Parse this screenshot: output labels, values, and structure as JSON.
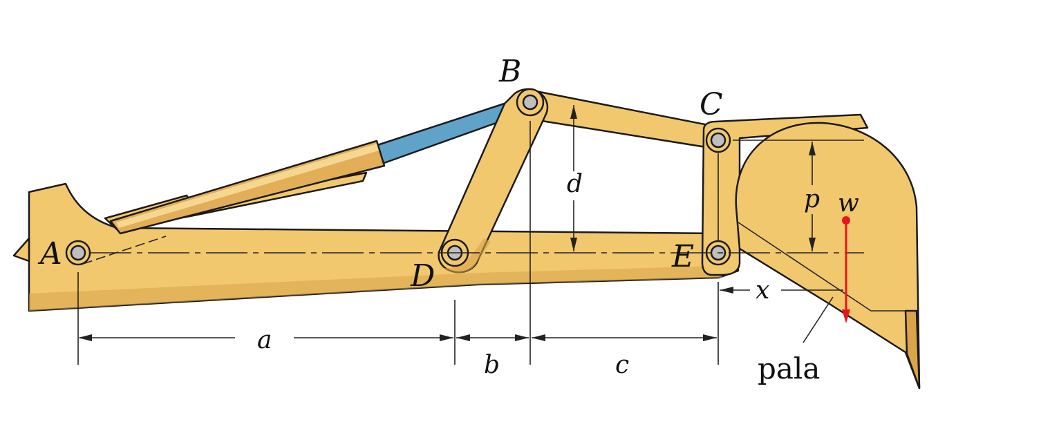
{
  "colors": {
    "body": "#F2C86E",
    "body_shade": "#D9A44A",
    "cylinder": "#E2AE58",
    "rod": "#5FA3C8",
    "line": "#1a1a1a",
    "load": "#E8141B",
    "pin": "#BFBFBF"
  },
  "points": {
    "A": "A",
    "B": "B",
    "C": "C",
    "D": "D",
    "E": "E"
  },
  "dimensions": {
    "a": "a",
    "b": "b",
    "c": "c",
    "d": "d",
    "p": "p",
    "x": "x"
  },
  "load_label": "w",
  "part_label": "pala"
}
